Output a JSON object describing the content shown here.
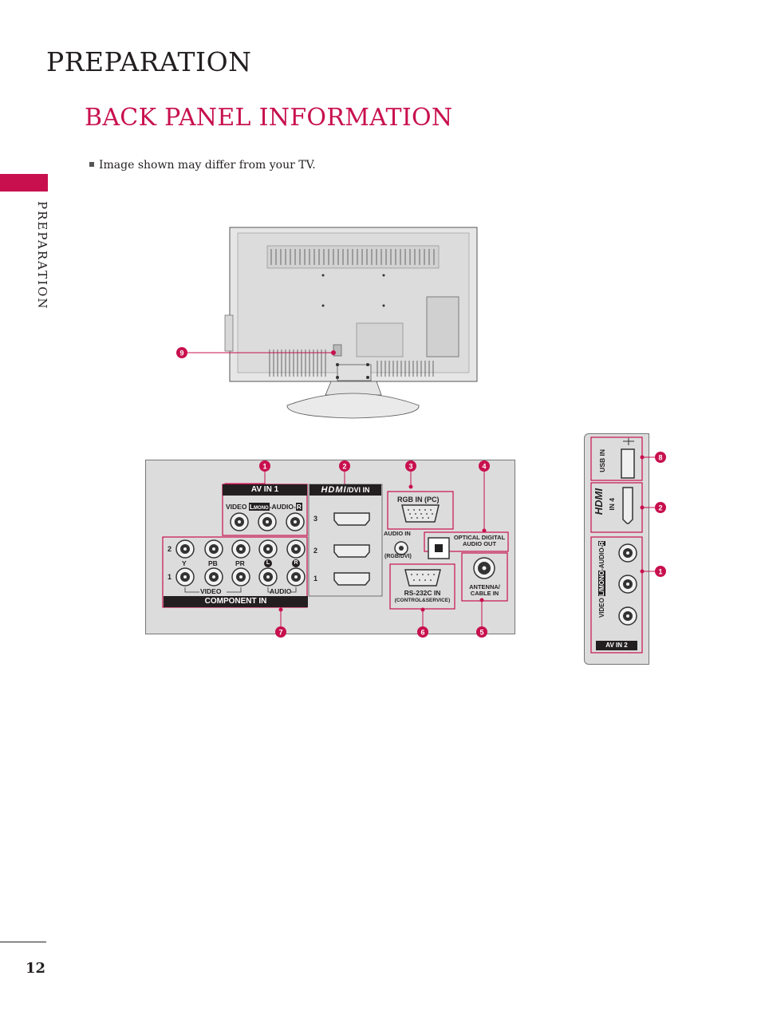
{
  "header": {
    "title": "PREPARATION"
  },
  "section": {
    "title": "BACK PANEL INFORMATION",
    "note": "Image shown may differ from your TV."
  },
  "sidebar": {
    "label": "PREPARATION"
  },
  "footer": {
    "page_number": "12"
  },
  "tv_rear": {
    "callout": "9"
  },
  "main_panel": {
    "callouts_top": [
      "1",
      "2",
      "3",
      "4"
    ],
    "callouts_bottom": [
      "7",
      "6",
      "5"
    ],
    "av_in_1": {
      "header": "AV IN 1",
      "video": "VIDEO",
      "l": "L",
      "mono": "MONO",
      "audio": "AUDIO",
      "r": "R"
    },
    "hdmi": {
      "logo": "HDMI",
      "suffix": "/DVI IN",
      "ports": [
        "3",
        "2",
        "1"
      ]
    },
    "rgb_in": {
      "label": "RGB IN (PC)"
    },
    "audio_in": {
      "label": "AUDIO IN",
      "sub": "(RGB/DVI)"
    },
    "optical": {
      "line1": "OPTICAL DIGITAL",
      "line2": "AUDIO OUT"
    },
    "component": {
      "rows": [
        "2",
        "1"
      ],
      "jacks": [
        "Y",
        "PB",
        "PR",
        "L",
        "R"
      ],
      "group_video": "VIDEO",
      "group_audio": "AUDIO",
      "footer": "COMPONENT IN"
    },
    "rs232c": {
      "label": "RS-232C IN",
      "sub": "(CONTROL&SERVICE)"
    },
    "antenna": {
      "line1": "ANTENNA/",
      "line2": "CABLE IN"
    }
  },
  "side_panel": {
    "callouts": [
      "8",
      "2",
      "1"
    ],
    "usb": "USB IN",
    "hdmi_logo": "HDMI",
    "hdmi_in": "IN 4",
    "av_video": "VIDEO",
    "av_mono": "L/MONO",
    "av_audio": "AUDIO",
    "av_r": "R",
    "av_footer": "AV IN 2"
  },
  "colors": {
    "accent": "#c8104e",
    "text": "#231f20",
    "panel": "#dcdcdc"
  }
}
